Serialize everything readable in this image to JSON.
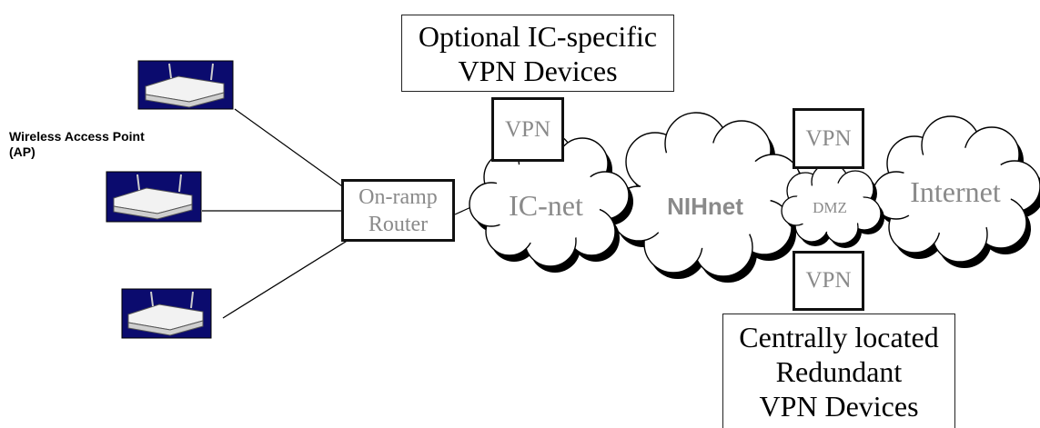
{
  "ap_label": "Wireless Access Point (AP)",
  "optional_box": {
    "line1": "Optional IC-specific",
    "line2": "VPN Devices"
  },
  "central_box": {
    "line1": "Centrally located",
    "line2": "Redundant",
    "line3": "VPN Devices"
  },
  "router": {
    "line1": "On-ramp",
    "line2": "Router"
  },
  "vpn_label": "VPN",
  "clouds": {
    "icnet": "IC-net",
    "nihnet": "NIHnet",
    "dmz": "DMZ",
    "internet": "Internet"
  }
}
